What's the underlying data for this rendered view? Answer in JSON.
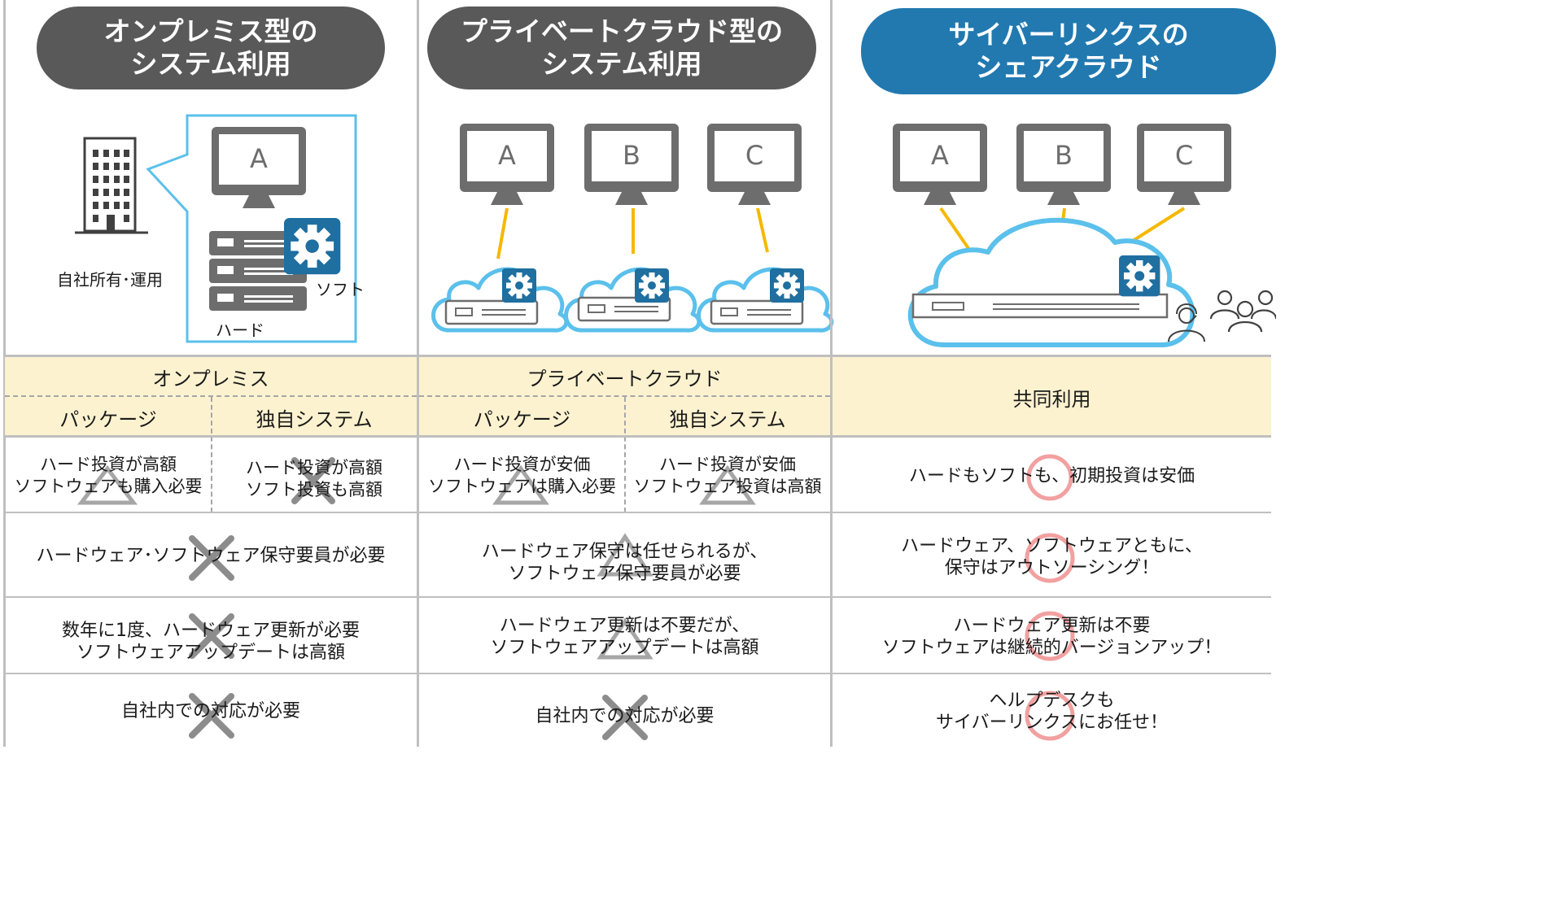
{
  "headers": {
    "onpremise_title": "オンプレミス型の\nシステム利用",
    "private_title": "プライベートクラウド型の\nシステム利用",
    "share_title": "サイバーリンクスの\nシェアクラウド"
  },
  "illustration": {
    "building_label": "自社所有･運用",
    "soft_label": "ソフト",
    "hard_label": "ハード",
    "onprem_monitor": "A",
    "private_monitors": [
      "A",
      "B",
      "C"
    ],
    "share_monitors": [
      "A",
      "B",
      "C"
    ]
  },
  "table": {
    "col1_header": "オンプレミス",
    "col2_header": "プライベートクラウド",
    "col3_header": "共同利用",
    "sub_package": "パッケージ",
    "sub_custom": "独自システム",
    "rows": [
      {
        "onprem_package": "ハード投資が高額\nソフトウェアも購入必要",
        "onprem_custom": "ハード投資が高額\nソフト投資も高額",
        "private_package": "ハード投資が安価\nソフトウェアは購入必要",
        "private_custom": "ハード投資が安価\nソフトウェア投資は高額",
        "share": "ハードもソフトも、初期投資は安価"
      },
      {
        "onprem": "ハードウェア･ソフトウェア保守要員が必要",
        "private": "ハードウェア保守は任せられるが、\nソフトウェア保守要員が必要",
        "share": "ハードウェア、ソフトウェアともに、\n保守はアウトソーシング！"
      },
      {
        "onprem": "数年に1度、ハードウェア更新が必要\nソフトウェアアップデートは高額",
        "private": "ハードウェア更新は不要だが、\nソフトウェアアップデートは高額",
        "share": "ハードウェア更新は不要\nソフトウェアは継続的バージョンアップ！"
      },
      {
        "onprem": "自社内での対応が必要",
        "private": "自社内での対応が必要",
        "share": "ヘルプデスクも\nサイバーリンクスにお任せ！"
      }
    ]
  },
  "colors": {
    "dark_pill": "#595959",
    "blue_pill": "#2179b0",
    "header_band": "#fdf2d0",
    "cloud_outline": "#5bc0eb",
    "connector": "#f5b800",
    "gear_box": "#1f6fa0",
    "triangle_mark": "#a6a6a6",
    "cross_mark": "#8c8c8c",
    "circle_mark": "#f2a0a0"
  },
  "marks": {
    "row1": [
      "triangle",
      "cross",
      "triangle",
      "triangle",
      "circle"
    ],
    "row2": [
      "cross",
      "triangle",
      "circle"
    ],
    "row3": [
      "cross",
      "triangle",
      "circle"
    ],
    "row4": [
      "cross",
      "cross",
      "circle"
    ]
  }
}
